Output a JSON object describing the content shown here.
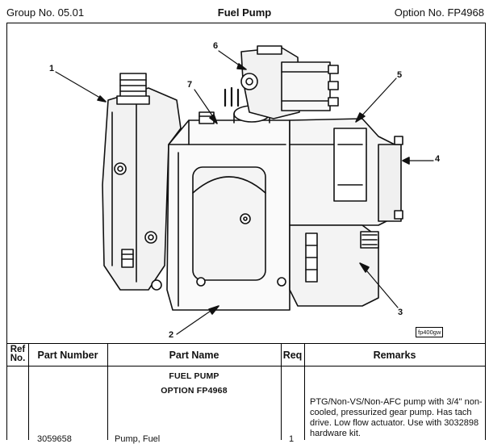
{
  "header": {
    "group": "Group No. 05.01",
    "title": "Fuel Pump",
    "option": "Option No. FP4968"
  },
  "figure": {
    "callouts": [
      "1",
      "2",
      "3",
      "4",
      "5",
      "6",
      "7"
    ],
    "image_code": "fp400gw"
  },
  "table": {
    "columns": [
      "Ref No.",
      "Part Number",
      "Part Name",
      "Req",
      "Remarks"
    ],
    "ref_no_line1": "Ref",
    "ref_no_line2": "No.",
    "section_title": "FUEL PUMP",
    "section_option": "OPTION  FP4968",
    "rows": [
      {
        "ref": "",
        "part_number": "3059658",
        "part_name": "Pump, Fuel",
        "req": "1",
        "remarks": "PTG/Non-VS/Non-AFC pump with 3/4\" non-cooled, pressurized gear pump. Has tach drive. Low flow actuator. Use with 3032898 hardware kit."
      }
    ]
  }
}
